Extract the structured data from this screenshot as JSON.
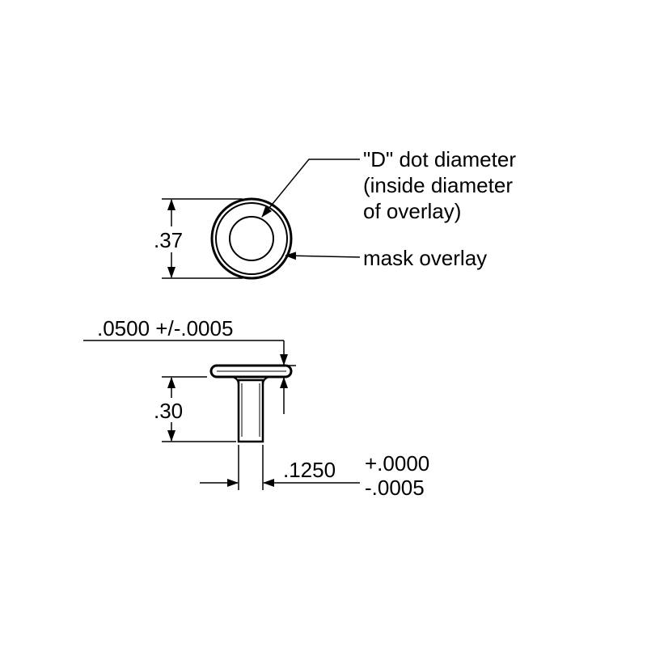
{
  "top_view": {
    "height_dim": ".37",
    "dot_label": {
      "line1": "\"D\" dot diameter",
      "line2": "(inside diameter",
      "line3": "of overlay)"
    },
    "mask_label": "mask overlay"
  },
  "side_view": {
    "head_thickness_dim": ".0500 +/-.0005",
    "shank_length_dim": ".30",
    "shank_diameter_dim": ".1250",
    "shank_tol_plus": "+.0000",
    "shank_tol_minus": "-.0005"
  }
}
